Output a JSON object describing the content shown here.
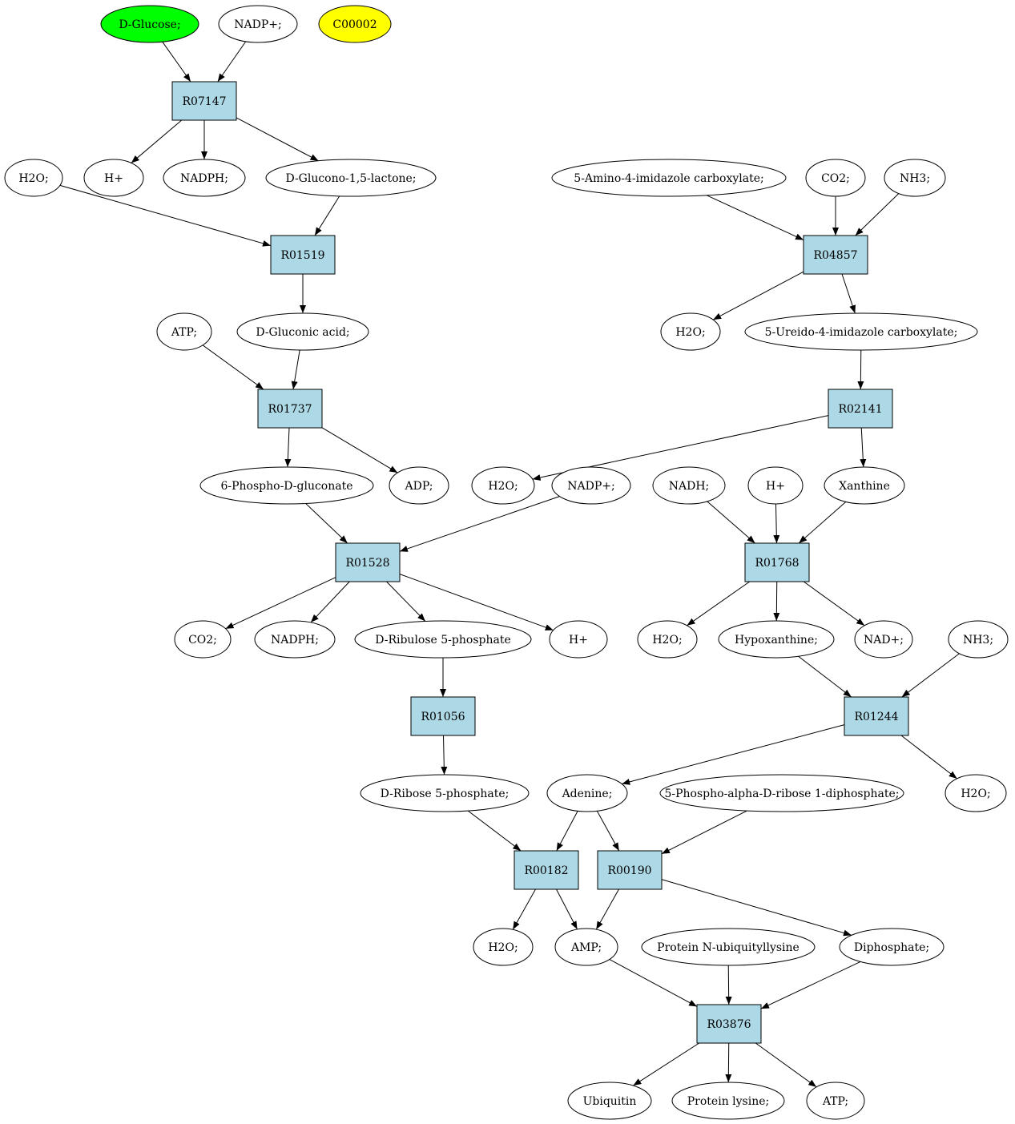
{
  "colors": {
    "reaction_fill": "#add8e6",
    "compound_fill": "#ffffff",
    "start_fill": "#00ff00",
    "highlight_fill": "#ffff00",
    "stroke": "#000000"
  },
  "nodes": [
    {
      "id": "c_dglucose",
      "kind": "compound",
      "label": "D-Glucose;",
      "fill": "#00ff00"
    },
    {
      "id": "c_nadp_1",
      "kind": "compound",
      "label": "NADP+;"
    },
    {
      "id": "c_c00002",
      "kind": "compound",
      "label": "C00002",
      "fill": "#ffff00"
    },
    {
      "id": "r_R07147",
      "kind": "reaction",
      "label": "R07147"
    },
    {
      "id": "c_h2o_1",
      "kind": "compound",
      "label": "H2O;"
    },
    {
      "id": "c_hplus_1",
      "kind": "compound",
      "label": "H+"
    },
    {
      "id": "c_nadph_1",
      "kind": "compound",
      "label": "NADPH;"
    },
    {
      "id": "c_glucono",
      "kind": "compound",
      "label": "D-Glucono-1,5-lactone;"
    },
    {
      "id": "r_R01519",
      "kind": "reaction",
      "label": "R01519"
    },
    {
      "id": "c_atp_1",
      "kind": "compound",
      "label": "ATP;"
    },
    {
      "id": "c_gluconic",
      "kind": "compound",
      "label": "D-Gluconic acid;"
    },
    {
      "id": "r_R01737",
      "kind": "reaction",
      "label": "R01737"
    },
    {
      "id": "c_6pg",
      "kind": "compound",
      "label": "6-Phospho-D-gluconate"
    },
    {
      "id": "c_adp",
      "kind": "compound",
      "label": "ADP;"
    },
    {
      "id": "c_h2o_2",
      "kind": "compound",
      "label": "H2O;"
    },
    {
      "id": "c_nadp_2",
      "kind": "compound",
      "label": "NADP+;"
    },
    {
      "id": "r_R01528",
      "kind": "reaction",
      "label": "R01528"
    },
    {
      "id": "c_co2_1",
      "kind": "compound",
      "label": "CO2;"
    },
    {
      "id": "c_nadph_2",
      "kind": "compound",
      "label": "NADPH;"
    },
    {
      "id": "c_ribulose",
      "kind": "compound",
      "label": "D-Ribulose 5-phosphate"
    },
    {
      "id": "c_hplus_2",
      "kind": "compound",
      "label": "H+"
    },
    {
      "id": "r_R01056",
      "kind": "reaction",
      "label": "R01056"
    },
    {
      "id": "c_ribose",
      "kind": "compound",
      "label": "D-Ribose 5-phosphate;"
    },
    {
      "id": "c_aica",
      "kind": "compound",
      "label": "5-Amino-4-imidazole carboxylate;"
    },
    {
      "id": "c_co2_2",
      "kind": "compound",
      "label": "CO2;"
    },
    {
      "id": "c_nh3_1",
      "kind": "compound",
      "label": "NH3;"
    },
    {
      "id": "r_R04857",
      "kind": "reaction",
      "label": "R04857"
    },
    {
      "id": "c_h2o_3",
      "kind": "compound",
      "label": "H2O;"
    },
    {
      "id": "c_ureido",
      "kind": "compound",
      "label": "5-Ureido-4-imidazole carboxylate;"
    },
    {
      "id": "r_R02141",
      "kind": "reaction",
      "label": "R02141"
    },
    {
      "id": "c_nadh",
      "kind": "compound",
      "label": "NADH;"
    },
    {
      "id": "c_hplus_3",
      "kind": "compound",
      "label": "H+"
    },
    {
      "id": "c_xanthine",
      "kind": "compound",
      "label": "Xanthine"
    },
    {
      "id": "r_R01768",
      "kind": "reaction",
      "label": "R01768"
    },
    {
      "id": "c_h2o_4",
      "kind": "compound",
      "label": "H2O;"
    },
    {
      "id": "c_hypox",
      "kind": "compound",
      "label": "Hypoxanthine;"
    },
    {
      "id": "c_nadplus",
      "kind": "compound",
      "label": "NAD+;"
    },
    {
      "id": "c_nh3_2",
      "kind": "compound",
      "label": "NH3;"
    },
    {
      "id": "r_R01244",
      "kind": "reaction",
      "label": "R01244"
    },
    {
      "id": "c_h2o_5",
      "kind": "compound",
      "label": "H2O;"
    },
    {
      "id": "c_adenine",
      "kind": "compound",
      "label": "Adenine;"
    },
    {
      "id": "c_prpp",
      "kind": "compound",
      "label": "5-Phospho-alpha-D-ribose 1-diphosphate;"
    },
    {
      "id": "r_R00182",
      "kind": "reaction",
      "label": "R00182"
    },
    {
      "id": "r_R00190",
      "kind": "reaction",
      "label": "R00190"
    },
    {
      "id": "c_h2o_6",
      "kind": "compound",
      "label": "H2O;"
    },
    {
      "id": "c_amp",
      "kind": "compound",
      "label": "AMP;"
    },
    {
      "id": "c_protub",
      "kind": "compound",
      "label": "Protein N-ubiquityllysine"
    },
    {
      "id": "c_diphos",
      "kind": "compound",
      "label": "Diphosphate;"
    },
    {
      "id": "r_R03876",
      "kind": "reaction",
      "label": "R03876"
    },
    {
      "id": "c_ubiquitin",
      "kind": "compound",
      "label": "Ubiquitin"
    },
    {
      "id": "c_protlys",
      "kind": "compound",
      "label": "Protein lysine;"
    },
    {
      "id": "c_atp_2",
      "kind": "compound",
      "label": "ATP;"
    }
  ],
  "edges": [
    [
      "c_dglucose",
      "r_R07147"
    ],
    [
      "c_nadp_1",
      "r_R07147"
    ],
    [
      "r_R07147",
      "c_hplus_1"
    ],
    [
      "r_R07147",
      "c_nadph_1"
    ],
    [
      "r_R07147",
      "c_glucono"
    ],
    [
      "c_h2o_1",
      "r_R01519"
    ],
    [
      "c_glucono",
      "r_R01519"
    ],
    [
      "r_R01519",
      "c_gluconic"
    ],
    [
      "c_atp_1",
      "r_R01737"
    ],
    [
      "c_gluconic",
      "r_R01737"
    ],
    [
      "r_R01737",
      "c_6pg"
    ],
    [
      "r_R01737",
      "c_adp"
    ],
    [
      "c_6pg",
      "r_R01528"
    ],
    [
      "c_nadp_2",
      "r_R01528"
    ],
    [
      "r_R01528",
      "c_co2_1"
    ],
    [
      "r_R01528",
      "c_nadph_2"
    ],
    [
      "r_R01528",
      "c_ribulose"
    ],
    [
      "r_R01528",
      "c_hplus_2"
    ],
    [
      "c_ribulose",
      "r_R01056"
    ],
    [
      "r_R01056",
      "c_ribose"
    ],
    [
      "c_aica",
      "r_R04857"
    ],
    [
      "c_co2_2",
      "r_R04857"
    ],
    [
      "c_nh3_1",
      "r_R04857"
    ],
    [
      "r_R04857",
      "c_h2o_3"
    ],
    [
      "r_R04857",
      "c_ureido"
    ],
    [
      "c_ureido",
      "r_R02141"
    ],
    [
      "r_R02141",
      "c_h2o_2"
    ],
    [
      "r_R02141",
      "c_xanthine"
    ],
    [
      "c_nadh",
      "r_R01768"
    ],
    [
      "c_hplus_3",
      "r_R01768"
    ],
    [
      "c_xanthine",
      "r_R01768"
    ],
    [
      "r_R01768",
      "c_h2o_4"
    ],
    [
      "r_R01768",
      "c_hypox"
    ],
    [
      "r_R01768",
      "c_nadplus"
    ],
    [
      "c_hypox",
      "r_R01244"
    ],
    [
      "c_nh3_2",
      "r_R01244"
    ],
    [
      "r_R01244",
      "c_adenine"
    ],
    [
      "r_R01244",
      "c_h2o_5"
    ],
    [
      "c_ribose",
      "r_R00182"
    ],
    [
      "c_adenine",
      "r_R00182"
    ],
    [
      "c_adenine",
      "r_R00190"
    ],
    [
      "c_prpp",
      "r_R00190"
    ],
    [
      "r_R00182",
      "c_h2o_6"
    ],
    [
      "r_R00182",
      "c_amp"
    ],
    [
      "r_R00190",
      "c_amp"
    ],
    [
      "r_R00190",
      "c_diphos"
    ],
    [
      "c_amp",
      "r_R03876"
    ],
    [
      "c_protub",
      "r_R03876"
    ],
    [
      "c_diphos",
      "r_R03876"
    ],
    [
      "r_R03876",
      "c_ubiquitin"
    ],
    [
      "r_R03876",
      "c_protlys"
    ],
    [
      "r_R03876",
      "c_atp_2"
    ]
  ]
}
